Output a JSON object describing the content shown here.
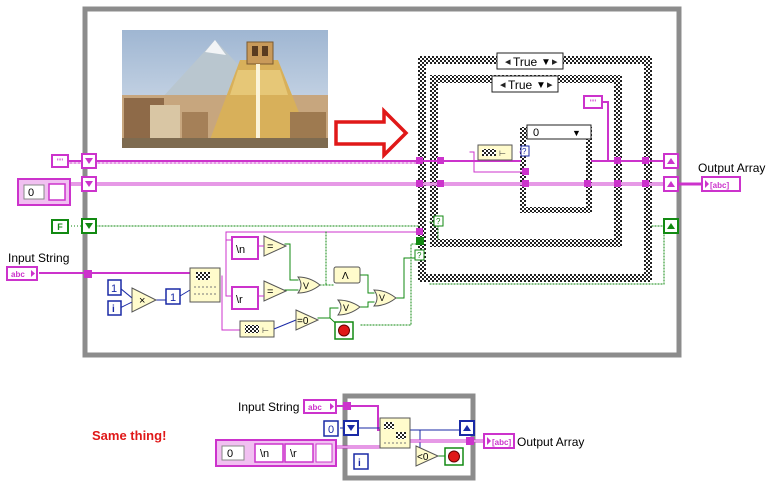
{
  "colors": {
    "string_wire": "#cc33cc",
    "int_wire": "#1a2aa6",
    "bool_wire": "#128a12",
    "loop_frame": "#8c8c8c",
    "case_frame": "#2b2b2b",
    "arrow": "#e01818",
    "note_text": "#e01818",
    "stop_red": "#e01818"
  },
  "main_diagram": {
    "case_outer_selector": "True",
    "case_inner_selector": "True",
    "array_index": "0",
    "array_init_value": "0",
    "empty_string_const": "\"\"",
    "empty_string_const_right": "\"\"",
    "false_const": "F",
    "input_label": "Input String",
    "input_terminal": "abc",
    "output_label": "Output Array",
    "output_terminal": "[abc]",
    "newline_const": "\\n",
    "cr_const": "\\r",
    "equals_op": "=",
    "equals_zero_op": "=0",
    "or_op": "V",
    "and_op": "Λ",
    "multiply_op": "×",
    "numeric_one_a": "1",
    "numeric_one_b": "1",
    "iteration_terminal": "i",
    "case_question": "?"
  },
  "second_diagram": {
    "input_label": "Input String",
    "input_terminal": "abc",
    "output_label": "Output Array",
    "output_terminal": "[abc]",
    "index_const": "0",
    "array_zero": "0",
    "array_items": [
      "\\n",
      "\\r"
    ],
    "less_zero_op": "<0",
    "iteration_terminal": "i"
  },
  "note": "Same thing!"
}
